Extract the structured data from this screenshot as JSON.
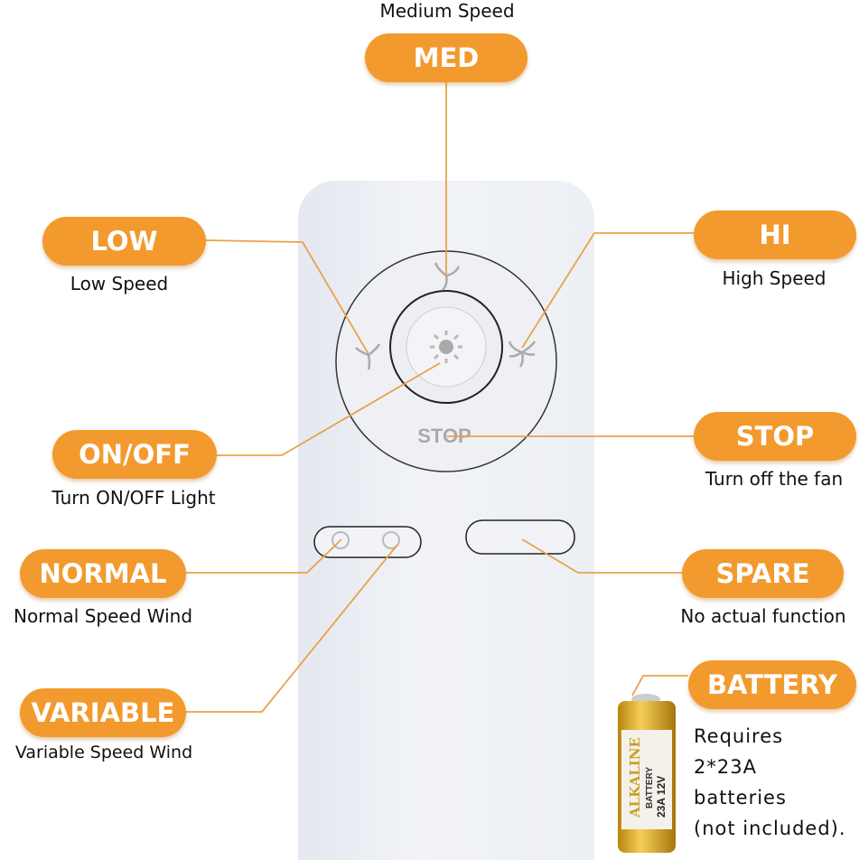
{
  "labels": {
    "med": {
      "title": "MED",
      "caption": "Medium Speed"
    },
    "low": {
      "title": "LOW",
      "caption": "Low Speed"
    },
    "hi": {
      "title": "HI",
      "caption": "High Speed"
    },
    "onoff": {
      "title": "ON/OFF",
      "caption": "Turn ON/OFF Light"
    },
    "stop": {
      "title": "STOP",
      "caption": "Turn off the fan"
    },
    "normal": {
      "title": "NORMAL",
      "caption": "Normal Speed Wind"
    },
    "spare": {
      "title": "SPARE",
      "caption": "No actual function"
    },
    "variable": {
      "title": "VARIABLE",
      "caption": "Variable Speed Wind"
    },
    "battery": {
      "title": "BATTERY",
      "lines": [
        "Requires",
        "2*23A",
        "batteries",
        "(not included)."
      ]
    }
  },
  "remote": {
    "stop_text": "STOP"
  },
  "battery_print": {
    "brand": "ALKALINE",
    "type": "BATTERY",
    "model": "23A 12V"
  },
  "colors": {
    "accent": "#f29a2e",
    "line": "#e9a24a"
  }
}
